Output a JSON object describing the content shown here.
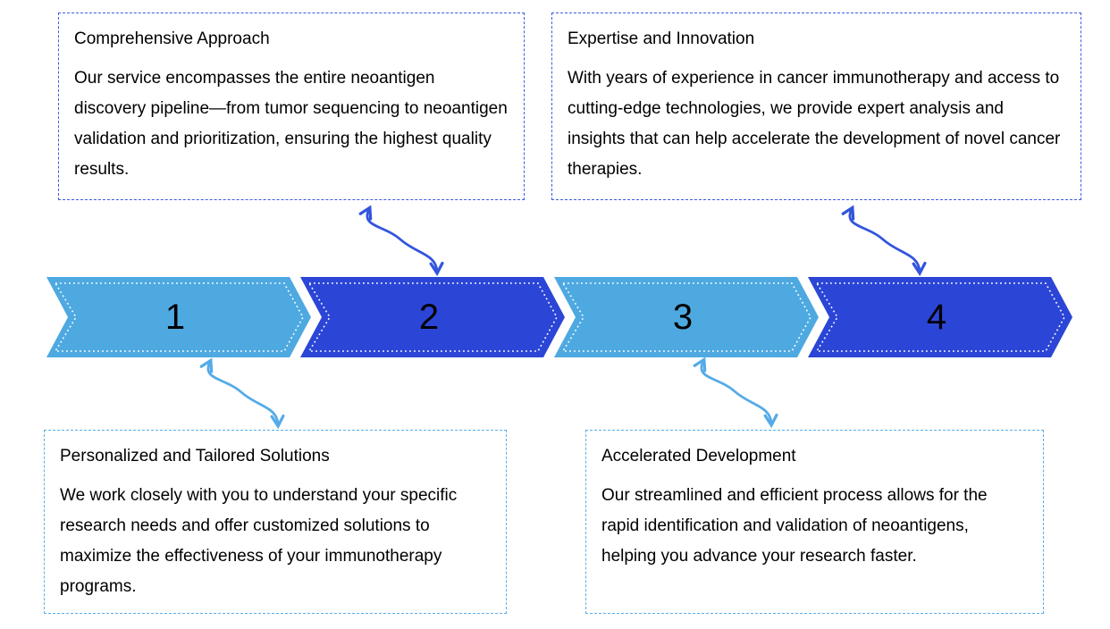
{
  "colors": {
    "step_light_blue": "#4EA9E1",
    "step_dark_blue": "#2B46D6",
    "top_callout_border": "#3D5BE3",
    "bottom_callout_border": "#5BADE8",
    "connector_dark": "#3355DD",
    "connector_light": "#55ABE8",
    "step_number_color": "#000000",
    "background": "#FFFFFF"
  },
  "steps": [
    {
      "number": "1",
      "shade": "light"
    },
    {
      "number": "2",
      "shade": "dark"
    },
    {
      "number": "3",
      "shade": "light"
    },
    {
      "number": "4",
      "shade": "dark"
    }
  ],
  "callouts": [
    {
      "title": "Comprehensive Approach",
      "body": "Our service encompasses the entire neoantigen discovery pipeline—from tumor sequencing to neoantigen validation and prioritization, ensuring the highest quality results.",
      "position": "top-left",
      "linked_step": "2"
    },
    {
      "title": "Expertise and Innovation",
      "body": "With years of experience in cancer immunotherapy and access to cutting-edge technologies, we provide expert analysis and insights that can help accelerate the development of novel cancer therapies.",
      "position": "top-right",
      "linked_step": "4"
    },
    {
      "title": "Personalized and Tailored Solutions",
      "body": "We work closely with you to understand your specific research needs and offer customized solutions to maximize the effectiveness of your immunotherapy programs.",
      "position": "bottom-left",
      "linked_step": "1"
    },
    {
      "title": "Accelerated Development",
      "body": "Our streamlined and efficient process allows for the rapid identification and validation of neoantigens, helping you advance your research faster.",
      "position": "bottom-right",
      "linked_step": "3"
    }
  ]
}
